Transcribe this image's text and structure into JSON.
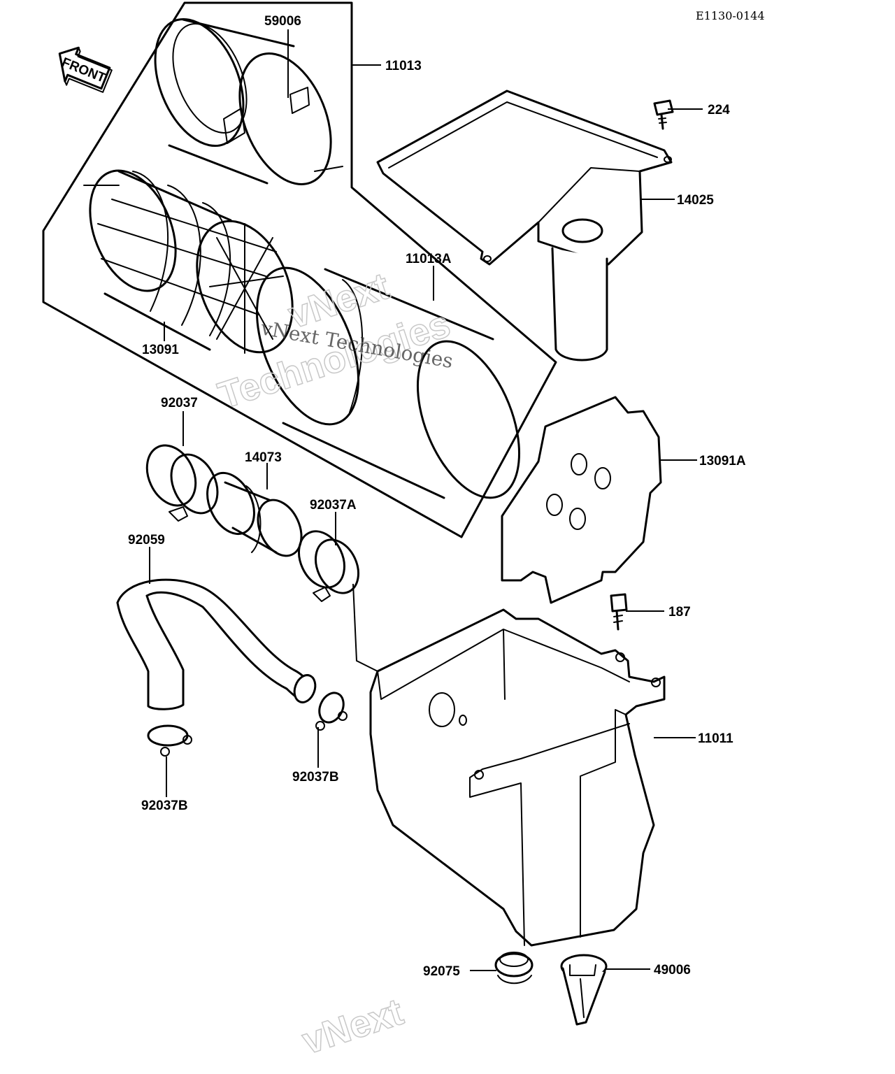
{
  "diagram_code": "E1130-0144",
  "front_arrow_label": "FRONT",
  "parts": {
    "p59006": "59006",
    "p11013": "11013",
    "p224": "224",
    "p14025": "14025",
    "p11013A": "11013A",
    "p13091": "13091",
    "p92037": "92037",
    "p14073": "14073",
    "p13091A": "13091A",
    "p92037A": "92037A",
    "p92059": "92059",
    "p187": "187",
    "p11011": "11011",
    "p92037B_right": "92037B",
    "p92037B_left": "92037B",
    "p92075": "92075",
    "p49006": "49006"
  },
  "watermarks": {
    "line1": "vNext Technologies",
    "line2": "vNext",
    "line3": "Technologies",
    "line4": "vNext"
  }
}
